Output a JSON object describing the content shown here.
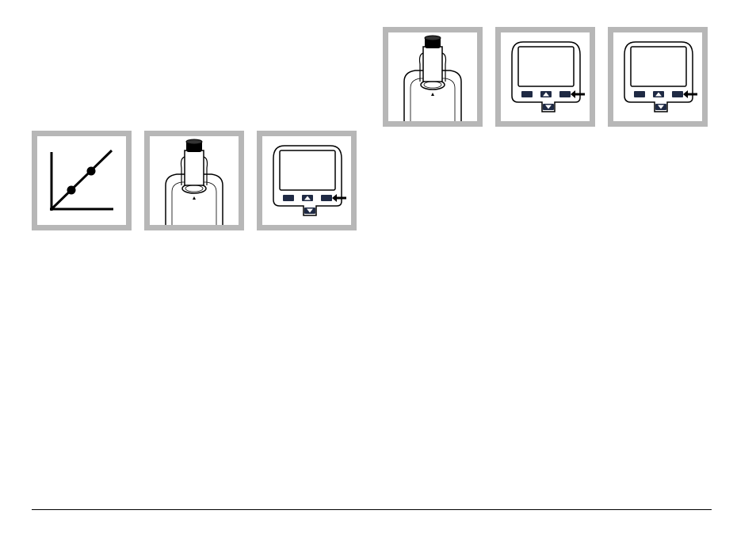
{
  "colors": {
    "frame": "#b7b7b7",
    "ink": "#000000",
    "paper": "#ffffff",
    "button": "#1f2a44"
  },
  "figures": [
    {
      "id": "calibration-curve",
      "icon": "calibration-curve-icon"
    },
    {
      "id": "insert-sample-vial",
      "icon": "sample-vial-icon"
    },
    {
      "id": "press-right-key",
      "icon": "meter-keypad-icon"
    },
    {
      "id": "insert-sample-vial-2",
      "icon": "sample-vial-icon"
    },
    {
      "id": "press-right-key-2",
      "icon": "meter-keypad-icon"
    },
    {
      "id": "press-right-key-3",
      "icon": "meter-keypad-icon"
    }
  ]
}
